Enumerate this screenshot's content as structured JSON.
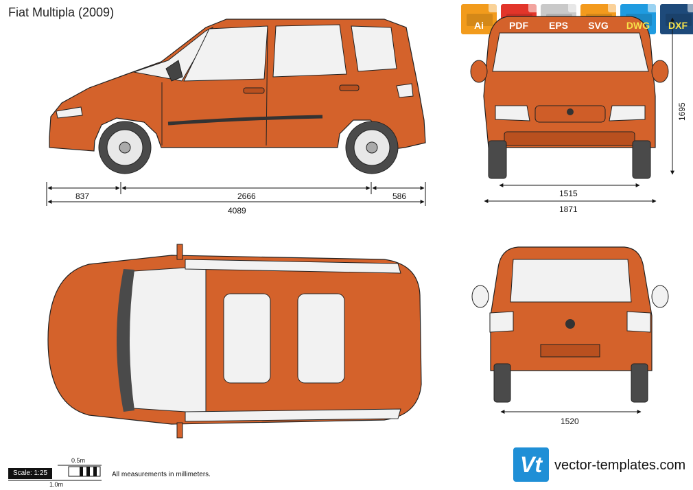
{
  "title": "Fiat Multipla (2009)",
  "formats": [
    {
      "label": "Ai",
      "color": "#f29b1c"
    },
    {
      "label": "PDF",
      "color": "#e2352a"
    },
    {
      "label": "EPS",
      "color": "#ececec"
    },
    {
      "label": "SVG",
      "color": "#f39a1d"
    },
    {
      "label": "DWG",
      "color": "#1f9be0"
    },
    {
      "label": "DXF",
      "color": "#1e4a7a"
    }
  ],
  "dimensions": {
    "front_overhang": "837",
    "wheelbase": "2666",
    "rear_overhang": "586",
    "length": "4089",
    "height": "1695",
    "front_track": "1515",
    "width": "1871",
    "rear_track": "1520"
  },
  "scale_label": "Scale: 1:25",
  "scale_half": "0.5m",
  "scale_full": "1.0m",
  "note": "All measurements in millimeters.",
  "logo_glyph": "Vt",
  "logo_text": "vector-templates.com",
  "colors": {
    "body": "#d4622b",
    "body_dark": "#b9501f",
    "glass": "#f2f2f2",
    "tire": "#4a4a4a",
    "logo": "#1f8fd6"
  }
}
